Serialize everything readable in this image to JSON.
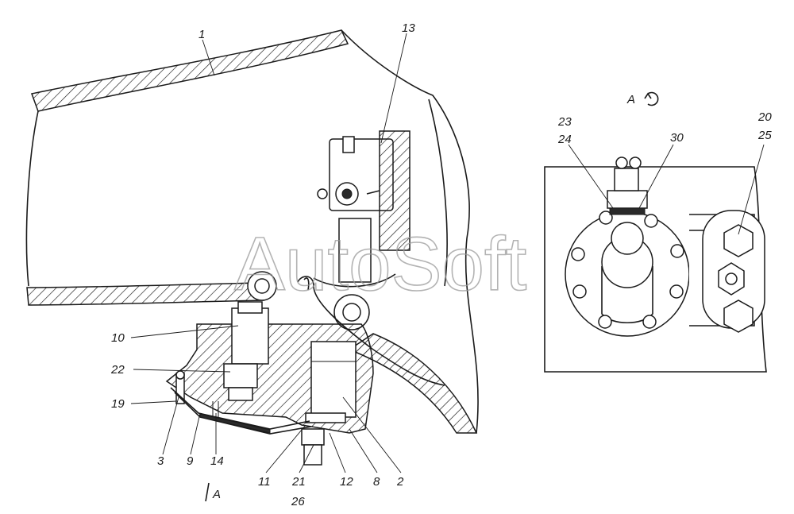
{
  "watermark": "AutoSoft",
  "view_label": "A",
  "section_label": "A",
  "callouts": {
    "c1": "1",
    "c2": "2",
    "c3": "3",
    "c8": "8",
    "c9": "9",
    "c10": "10",
    "c11": "11",
    "c12": "12",
    "c13": "13",
    "c14": "14",
    "c19": "19",
    "c20": "20",
    "c21": "21",
    "c22": "22",
    "c23": "23",
    "c24": "24",
    "c25": "25",
    "c26": "26",
    "c30": "30"
  },
  "colors": {
    "line": "#1a1a1a",
    "watermark": "#9a9a9a",
    "background": "#ffffff"
  }
}
